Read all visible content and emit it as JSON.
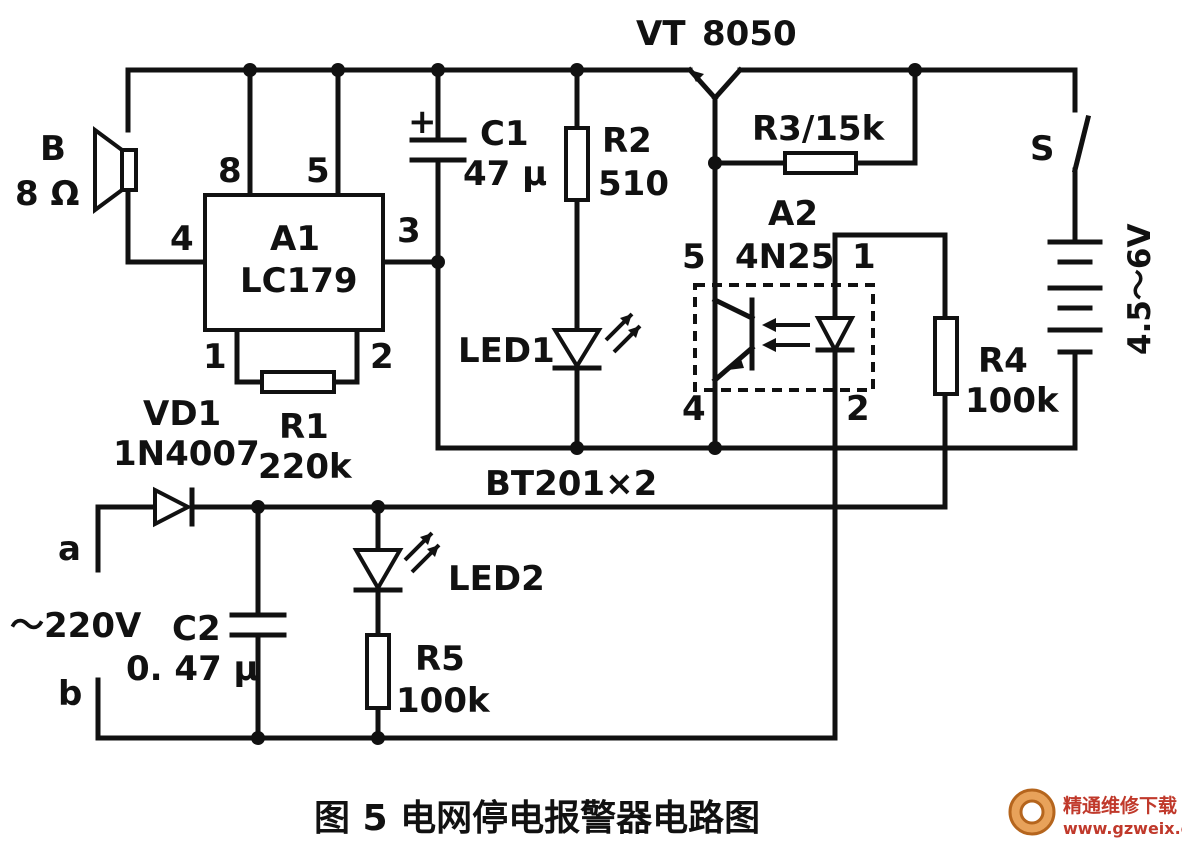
{
  "transistor": {
    "designator": "VT",
    "part": "8050"
  },
  "speaker": {
    "designator": "B",
    "impedance": "8 Ω"
  },
  "ic": {
    "designator": "A1",
    "part": "LC179",
    "pins": {
      "p1": "1",
      "p2": "2",
      "p3": "3",
      "p4": "4",
      "p5": "5",
      "p8": "8"
    }
  },
  "c1": {
    "designator": "C1",
    "value": "47 μ",
    "polarity": "+"
  },
  "r2": {
    "designator": "R2",
    "value": "510"
  },
  "r3": {
    "label": "R3/15k"
  },
  "switch": {
    "designator": "S"
  },
  "battery": {
    "voltage": "4.5～6V"
  },
  "optocoupler": {
    "designator": "A2",
    "part": "4N25",
    "pins": {
      "p1": "1",
      "p2": "2",
      "p4": "4",
      "p5": "5"
    }
  },
  "led1": {
    "designator": "LED1"
  },
  "r1": {
    "designator": "R1",
    "value": "220k"
  },
  "r4": {
    "designator": "R4",
    "value": "100k"
  },
  "vd1": {
    "designator": "VD1",
    "part": "1N4007"
  },
  "bt_note": {
    "text": "BT201×2"
  },
  "mains": {
    "terminal_a": "a",
    "terminal_b": "b",
    "voltage": "～220V"
  },
  "c2": {
    "designator": "C2",
    "value": "0. 47 μ"
  },
  "led2": {
    "designator": "LED2"
  },
  "r5": {
    "designator": "R5",
    "value": "100k"
  },
  "caption": {
    "text": "图 5  电网停电报警器电路图"
  },
  "watermark": {
    "brand": "精通维修下载",
    "url": "www.gzweix.com"
  }
}
